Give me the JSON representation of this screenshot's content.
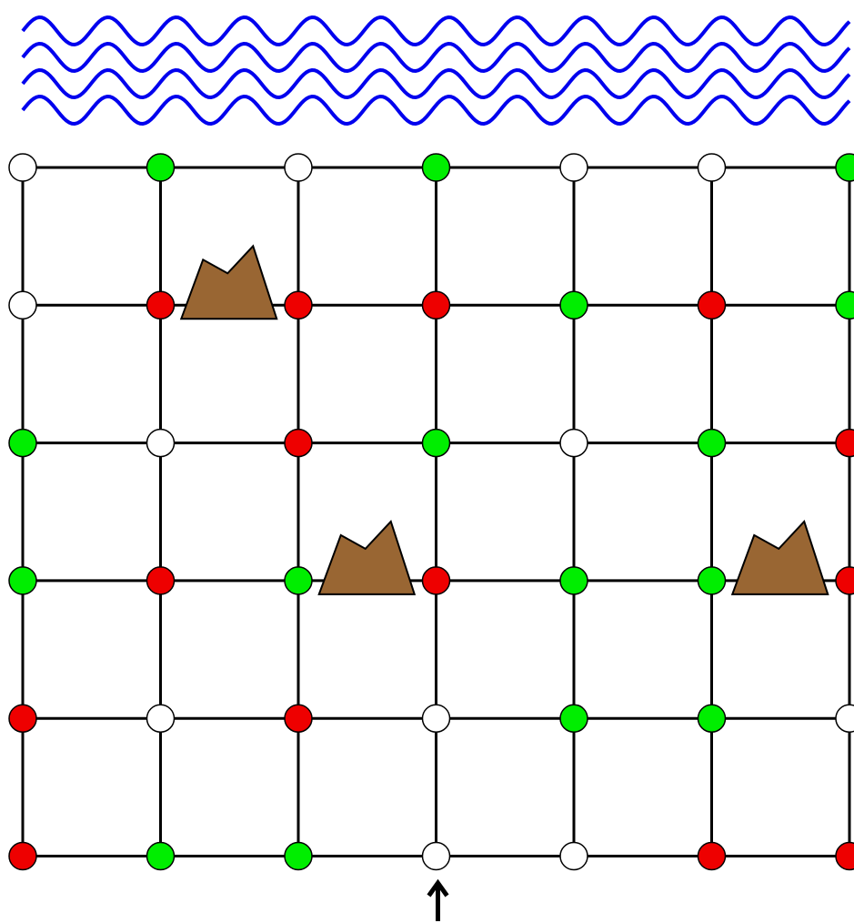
{
  "colors": {
    "water": "#0000ee",
    "green": "#00ee00",
    "red": "#ee0000",
    "white": "#ffffff",
    "mountain": "#996633",
    "line": "#000000"
  },
  "water": {
    "wave_count": 4
  },
  "grid": {
    "rows": 6,
    "cols": 7,
    "nodes": [
      [
        "white",
        "green",
        "white",
        "green",
        "white",
        "white",
        "green"
      ],
      [
        "white",
        "red",
        "red",
        "red",
        "green",
        "red",
        "green"
      ],
      [
        "green",
        "white",
        "red",
        "green",
        "white",
        "green",
        "red"
      ],
      [
        "green",
        "red",
        "green",
        "red",
        "green",
        "green",
        "red"
      ],
      [
        "red",
        "white",
        "red",
        "white",
        "green",
        "green",
        "white"
      ],
      [
        "red",
        "green",
        "green",
        "white",
        "white",
        "red",
        "red"
      ]
    ]
  },
  "mountains": [
    {
      "row": 1,
      "col": 1.5
    },
    {
      "row": 3,
      "col": 2.5
    },
    {
      "row": 3,
      "col": 5.5
    }
  ],
  "start_marker": {
    "icon": "up-arrow-icon",
    "col": 3
  }
}
